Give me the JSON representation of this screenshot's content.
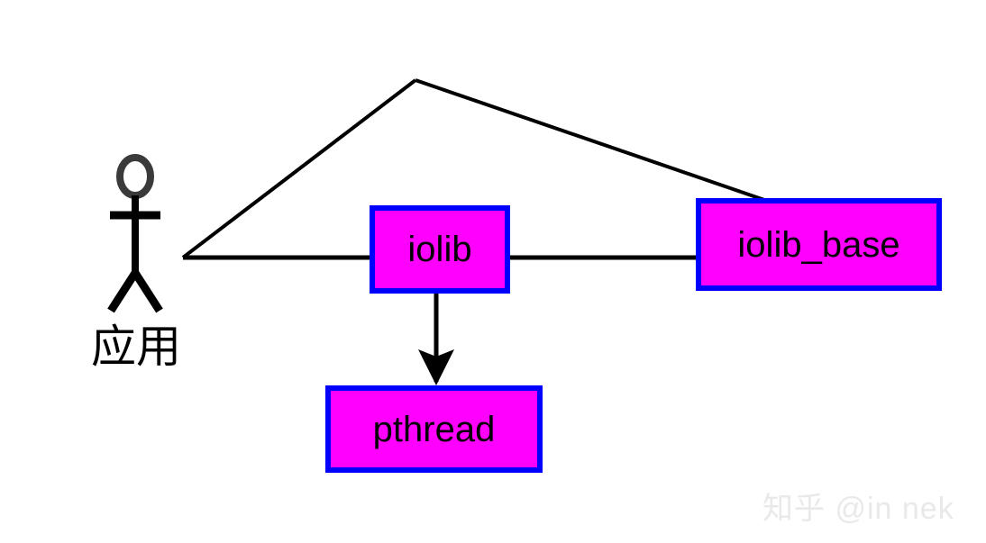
{
  "diagram": {
    "type": "component-dependency-diagram",
    "background_color": "#FFFFFF",
    "node_fill_color": "#FF00FF",
    "node_border_color": "#0000FF",
    "line_color": "#000000",
    "actor": {
      "name": "application-actor",
      "label": "应用",
      "head_stroke_color": "#3A3A3A",
      "body_color": "#000000"
    },
    "nodes": [
      {
        "id": "iolib",
        "label": "iolib"
      },
      {
        "id": "iolib_base",
        "label": "iolib_base"
      },
      {
        "id": "pthread",
        "label": "pthread"
      }
    ],
    "connections": [
      {
        "from": "应用",
        "to": "iolib",
        "style": "plain-line"
      },
      {
        "from": "应用",
        "to": "iolib_base",
        "style": "plain-line-over-apex"
      },
      {
        "from": "iolib",
        "to": "iolib_base",
        "style": "plain-line"
      },
      {
        "from": "iolib",
        "to": "pthread",
        "style": "arrow"
      }
    ]
  },
  "watermark": {
    "text": "知乎 @in nek"
  }
}
